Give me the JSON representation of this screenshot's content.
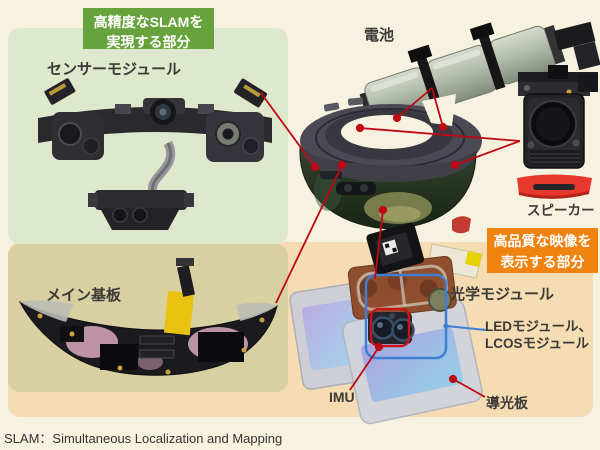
{
  "page": {
    "caption": "SLAM：Simultaneous Localization and Mapping"
  },
  "regions": {
    "slam": {
      "tag_line1": "高精度なSLAMを",
      "tag_line2": "実現する部分",
      "tag_color": "#67a33c",
      "panel_color": "#dee8cd"
    },
    "display": {
      "tag_line1": "高品質な映像を",
      "tag_line2": "表示する部分",
      "tag_color": "#f0830f",
      "panel_color": "#f5dcb3"
    },
    "mainboard_panel_color": "#d9d0a2"
  },
  "labels": {
    "sensor_module": "センサーモジュール",
    "battery": "電池",
    "speaker": "スピーカー",
    "main_board": "メイン基板",
    "optical_module": "光学モジュール",
    "led_lcos_line1": "LEDモジュール、",
    "led_lcos_line2": "LCOSモジュール",
    "imu": "IMU",
    "light_guide": "導光板"
  },
  "colors": {
    "background": "#f7f1e0",
    "leader_red": "#c00714",
    "leader_blue": "#3c7fd4",
    "label_text": "#3b3a37",
    "speaker_accent_red": "#e8382e"
  }
}
